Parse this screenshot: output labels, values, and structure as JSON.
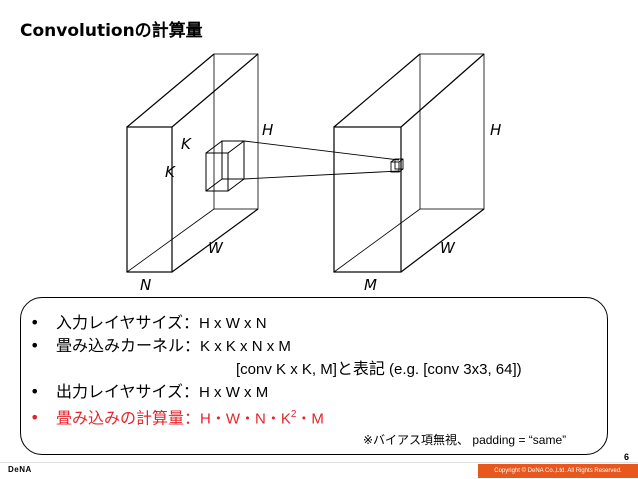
{
  "title": "Convolutionの計算量",
  "diagram": {
    "input_labels": {
      "kernel_k1": "K",
      "kernel_k2": "K",
      "height": "H",
      "width": "W",
      "channels": "N"
    },
    "output_labels": {
      "height": "H",
      "width": "W",
      "channels": "M"
    }
  },
  "bullets": {
    "marker": "•",
    "input_size": {
      "label": "入力レイヤサイズ：",
      "value": "H x W x N"
    },
    "kernel": {
      "label": "畳み込みカーネル：",
      "value": "K x K x N x M"
    },
    "kernel_notation": {
      "pre": "[conv K x K, M]",
      "mid": "と表記",
      "post": " (e.g. [conv 3x3, 64])"
    },
    "output_size": {
      "label": "出力レイヤサイズ：",
      "value": "H x W x M"
    },
    "compute": {
      "label": "畳み込みの計算量：",
      "value_pre": "H・W・N・K",
      "sup": "2",
      "value_post": "・M"
    },
    "note": {
      "pre": "※バイアス項無視、",
      "post": " padding = “same”"
    }
  },
  "footer": {
    "page_number": "6",
    "logo": "DeNA",
    "copyright": "Copyright © DeNA Co.,Ltd. All Rights Reserved.",
    "accent_color": "#e8571e",
    "highlight_color": "#e3242b"
  }
}
